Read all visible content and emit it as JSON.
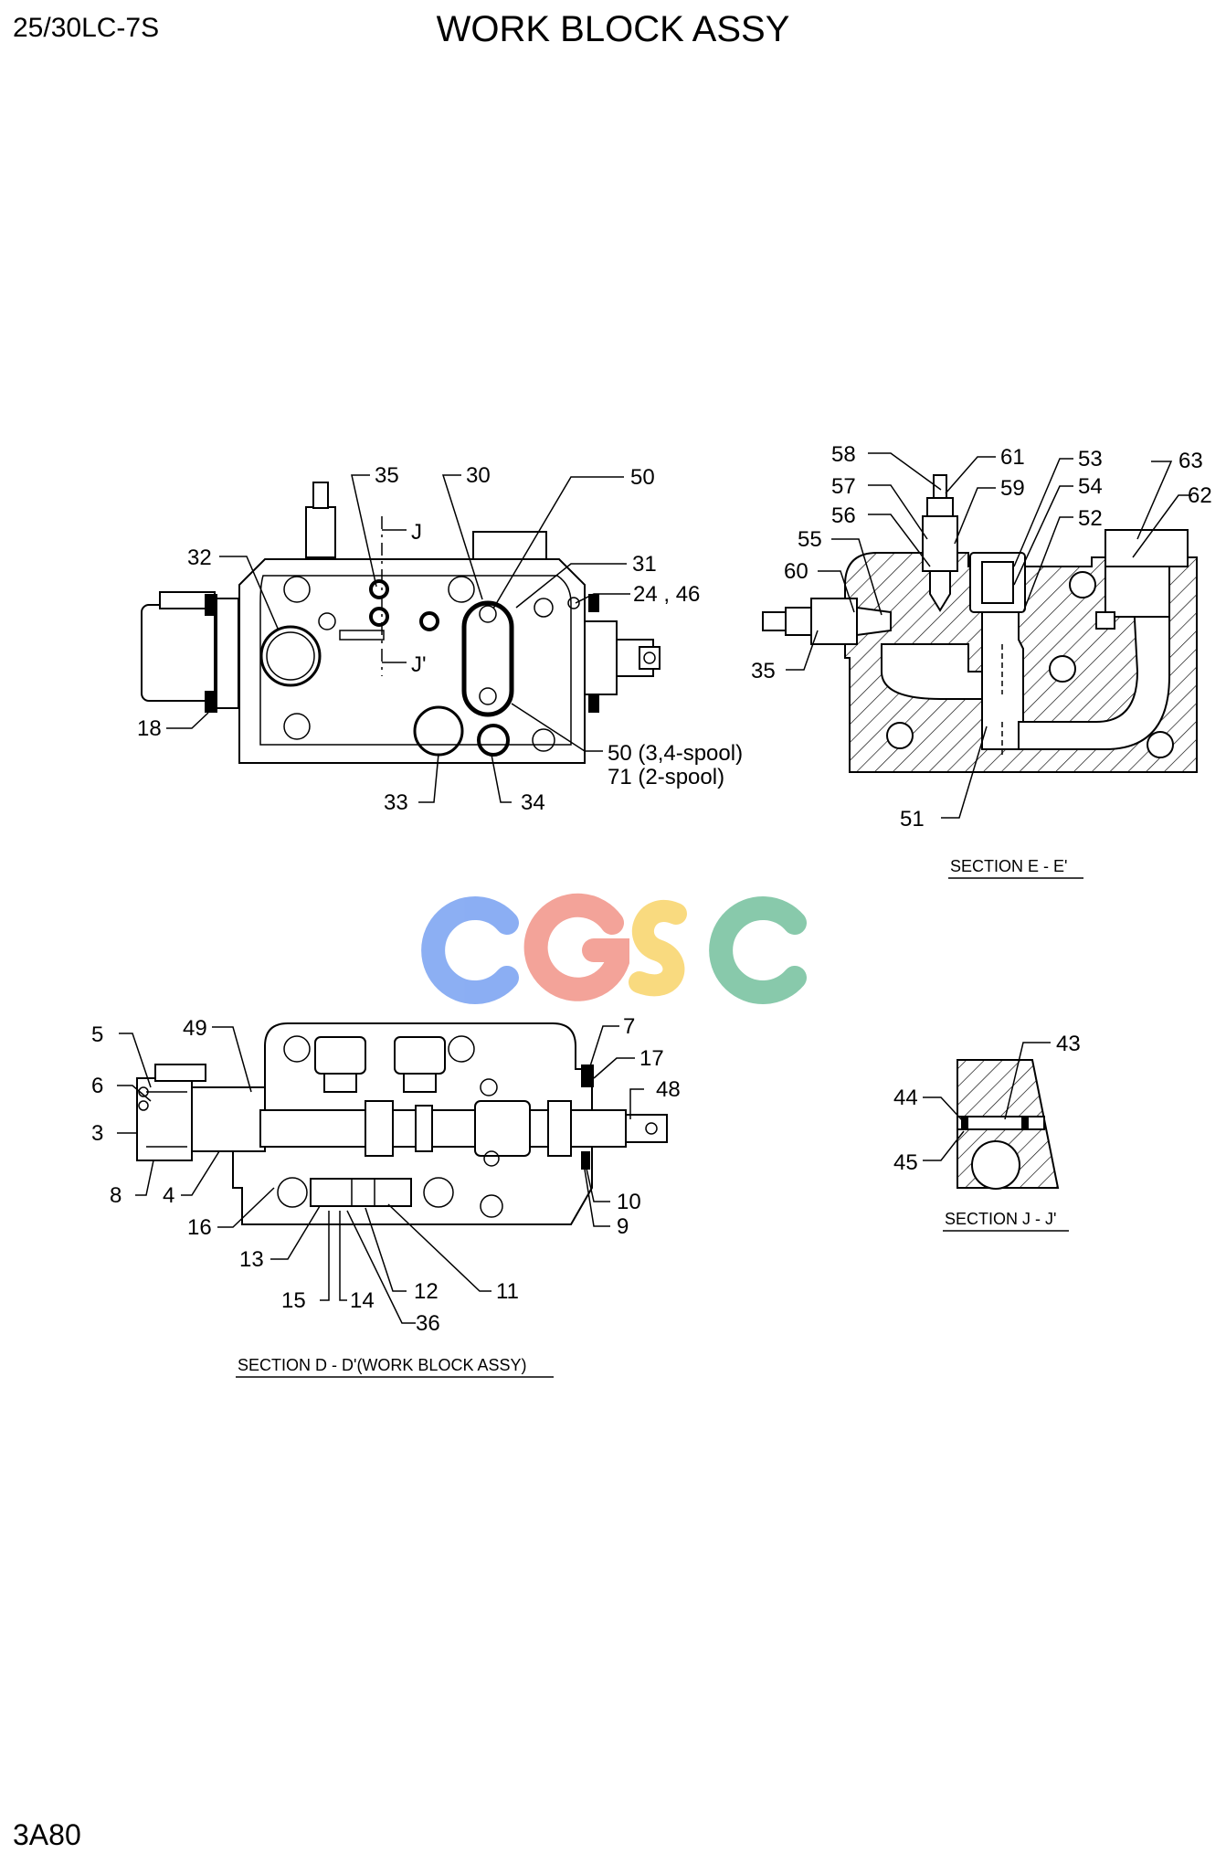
{
  "header": {
    "model": "25/30LC-7S",
    "title": "WORK BLOCK ASSY",
    "page_code": "3A80"
  },
  "watermark": {
    "text": "CGSC",
    "colors": [
      "#7fa6f2",
      "#f29a8e",
      "#f9d672",
      "#7cc4a2"
    ]
  },
  "view_main": {
    "callouts": [
      "35",
      "30",
      "50",
      "32",
      "31",
      "24 , 46",
      "18",
      "33",
      "34",
      "50 (3,4-spool)",
      "71 (2-spool)",
      "J",
      "J'"
    ]
  },
  "view_section_e": {
    "caption": "SECTION E - E'",
    "callouts": [
      "58",
      "61",
      "53",
      "63",
      "57",
      "59",
      "54",
      "62",
      "56",
      "52",
      "55",
      "60",
      "35",
      "51"
    ]
  },
  "view_section_d": {
    "caption": "SECTION D - D'(WORK BLOCK ASSY)",
    "callouts": [
      "5",
      "49",
      "7",
      "17",
      "6",
      "48",
      "3",
      "8",
      "4",
      "16",
      "10",
      "9",
      "13",
      "12",
      "11",
      "15",
      "14",
      "36"
    ]
  },
  "view_section_j": {
    "caption": "SECTION J - J'",
    "callouts": [
      "43",
      "44",
      "45"
    ]
  }
}
